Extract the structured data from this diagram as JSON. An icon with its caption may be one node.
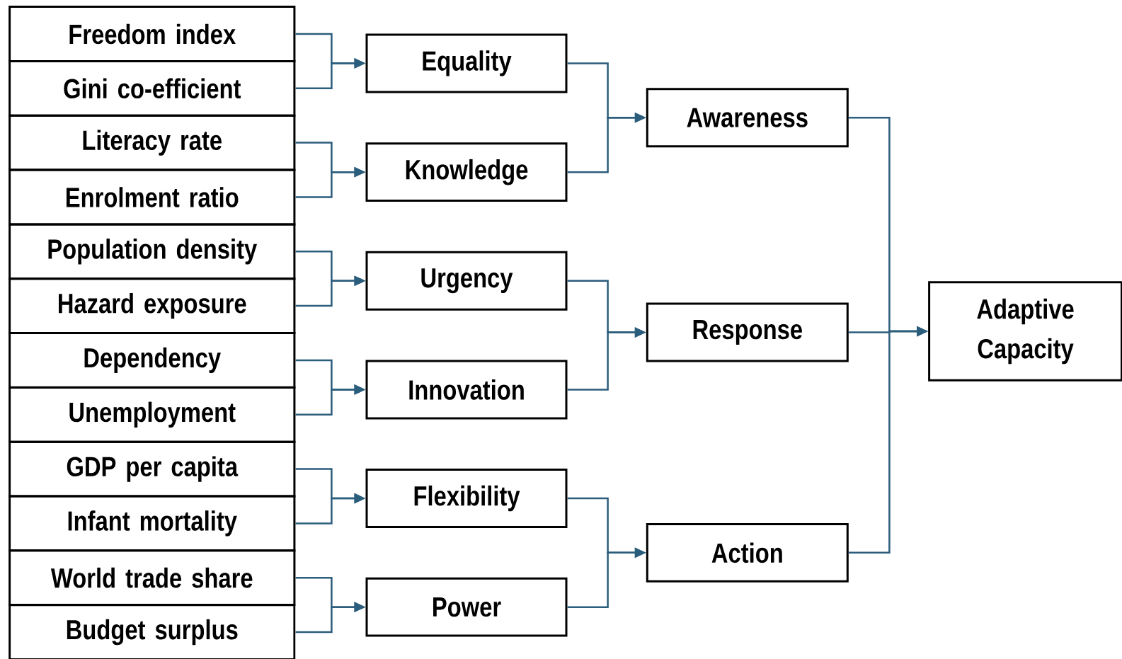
{
  "diagram": {
    "nodes": [
      {
        "text": [
          "Freedom index"
        ]
      },
      {
        "text": [
          "Gini co-efficient"
        ]
      },
      {
        "text": [
          "Literacy rate"
        ]
      },
      {
        "text": [
          "Enrolment ratio"
        ]
      },
      {
        "text": [
          "Population density"
        ]
      },
      {
        "text": [
          "Hazard exposure"
        ]
      },
      {
        "text": [
          "Dependency"
        ]
      },
      {
        "text": [
          "Unemployment"
        ]
      },
      {
        "text": [
          "GDP per capita"
        ]
      },
      {
        "text": [
          "Infant mortality"
        ]
      },
      {
        "text": [
          "World trade share"
        ]
      },
      {
        "text": [
          "Budget surplus"
        ]
      },
      {
        "text": [
          "Equality"
        ]
      },
      {
        "text": [
          "Knowledge"
        ]
      },
      {
        "text": [
          "Urgency"
        ]
      },
      {
        "text": [
          "Innovation"
        ]
      },
      {
        "text": [
          "Flexibility"
        ]
      },
      {
        "text": [
          "Power"
        ]
      },
      {
        "text": [
          "Awareness"
        ]
      },
      {
        "text": [
          "Response"
        ]
      },
      {
        "text": [
          "Action"
        ]
      },
      {
        "text": [
          "Adaptive Capacity"
        ]
      }
    ],
    "edges": [
      {
        "from": 0,
        "to": 12,
        "arrow": "to"
      },
      {
        "from": 1,
        "to": 12,
        "arrow": "to"
      },
      {
        "from": 2,
        "to": 13,
        "arrow": "to"
      },
      {
        "from": 3,
        "to": 13,
        "arrow": "to"
      },
      {
        "from": 4,
        "to": 14,
        "arrow": "to"
      },
      {
        "from": 5,
        "to": 14,
        "arrow": "to"
      },
      {
        "from": 6,
        "to": 15,
        "arrow": "to"
      },
      {
        "from": 7,
        "to": 15,
        "arrow": "to"
      },
      {
        "from": 8,
        "to": 16,
        "arrow": "to"
      },
      {
        "from": 9,
        "to": 16,
        "arrow": "to"
      },
      {
        "from": 10,
        "to": 17,
        "arrow": "to"
      },
      {
        "from": 11,
        "to": 17,
        "arrow": "to"
      },
      {
        "from": 12,
        "to": 18,
        "arrow": "to"
      },
      {
        "from": 13,
        "to": 18,
        "arrow": "to"
      },
      {
        "from": 14,
        "to": 19,
        "arrow": "to"
      },
      {
        "from": 15,
        "to": 19,
        "arrow": "to"
      },
      {
        "from": 16,
        "to": 20,
        "arrow": "to"
      },
      {
        "from": 17,
        "to": 20,
        "arrow": "to"
      },
      {
        "from": 18,
        "to": 21,
        "arrow": "to"
      },
      {
        "from": 19,
        "to": 21,
        "arrow": "to"
      },
      {
        "from": 20,
        "to": 21,
        "arrow": "to"
      }
    ]
  }
}
